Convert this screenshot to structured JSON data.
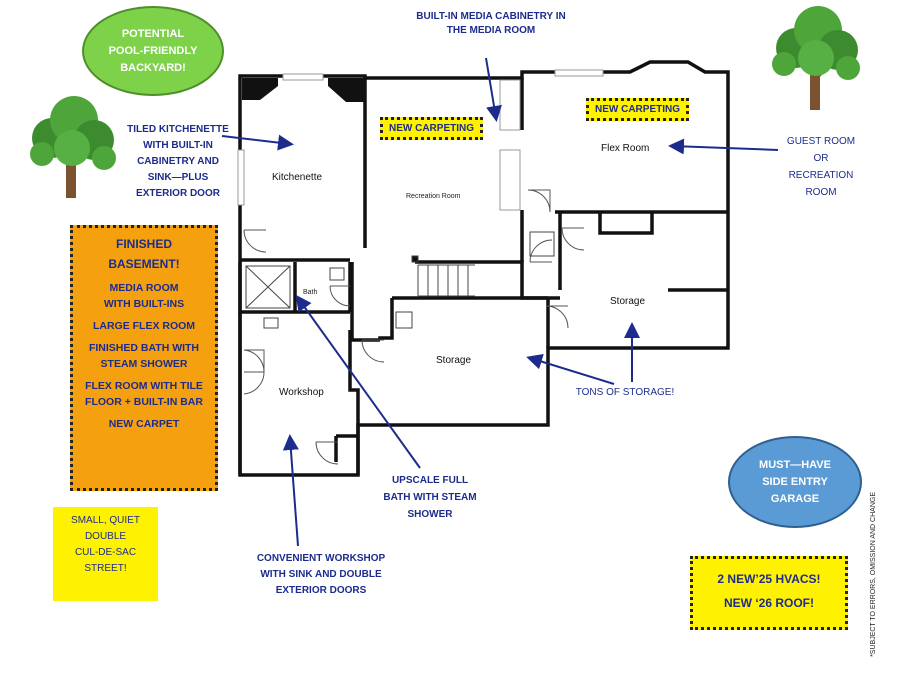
{
  "callouts": {
    "pool": [
      "POTENTIAL",
      "POOL-FRIENDLY",
      "BACKYARD!"
    ],
    "media_cabinetry": [
      "BUILT-IN MEDIA CABINETRY IN",
      "THE MEDIA ROOM"
    ],
    "kitchenette": [
      "TILED KITCHENETTE",
      "WITH BUILT-IN",
      "CABINETRY AND",
      "SINK—PLUS",
      "EXTERIOR DOOR"
    ],
    "guest_room": [
      "GUEST ROOM",
      "OR",
      "RECREATION",
      "ROOM"
    ],
    "storage": "TONS OF STORAGE!",
    "bath": [
      "UPSCALE FULL",
      "BATH WITH STEAM",
      "SHOWER"
    ],
    "workshop": [
      "CONVENIENT WORKSHOP",
      "WITH SINK AND DOUBLE",
      "EXTERIOR DOORS"
    ],
    "garage": [
      "MUST—HAVE",
      "SIDE ENTRY",
      "GARAGE"
    ],
    "street": [
      "SMALL, QUIET",
      "DOUBLE",
      "CUL-DE-SAC",
      "STREET!"
    ],
    "hvac": [
      "2 NEW’25 HVACS!",
      "NEW ‘26 ROOF!"
    ],
    "disclaimer": "*SUBJECT TO ERRORS, OMISSION AND CHANGE"
  },
  "carpet_badges": [
    "NEW CARPETING",
    "NEW CARPETING"
  ],
  "features": {
    "title": [
      "FINISHED",
      "BASEMENT!"
    ],
    "items": [
      [
        "MEDIA ROOM",
        "WITH BUILT-INS"
      ],
      [
        "LARGE FLEX ROOM"
      ],
      [
        "FINISHED BATH WITH",
        "STEAM SHOWER"
      ],
      [
        "FLEX ROOM WITH TILE",
        "FLOOR + BUILT-IN BAR"
      ],
      [
        "NEW CARPET"
      ]
    ]
  },
  "rooms": {
    "kitchenette": "Kitchenette",
    "recreation": "Recreation Room",
    "flex": "Flex Room",
    "storage_right": "Storage",
    "storage_center": "Storage",
    "bath": "Bath",
    "workshop": "Workshop"
  },
  "colors": {
    "callout_text": "#1d2c8c",
    "arrow": "#1d2c8c",
    "yellow": "#fff200",
    "orange": "#f5a10f",
    "green": "#7ed24a",
    "blue": "#5b9bd5"
  }
}
